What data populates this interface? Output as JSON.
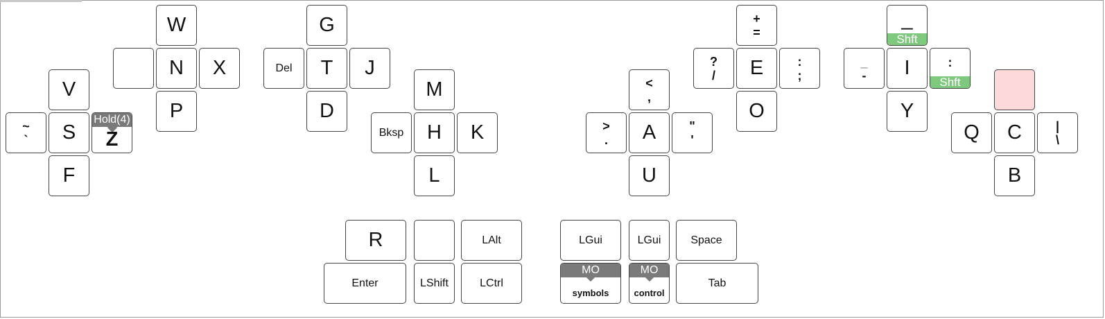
{
  "keys": {
    "w": "W",
    "n": "N",
    "x": "X",
    "p": "P",
    "blank_left": "",
    "v": "V",
    "s": "S",
    "f": "F",
    "tilde_top": "~",
    "tilde_bottom": "`",
    "z_hold": "Hold(4)",
    "z": "Z",
    "g": "G",
    "del": "Del",
    "t": "T",
    "j": "J",
    "d": "D",
    "m": "M",
    "bksp": "Bksp",
    "h": "H",
    "k": "K",
    "l": "L",
    "plus_top": "+",
    "plus_bottom": "=",
    "q_top": "?",
    "q_bottom": "/",
    "e": "E",
    "colon_top": ":",
    "colon_bottom": ";",
    "o": "O",
    "lt_top": "<",
    "lt_bottom": ",",
    "gt_top": ">",
    "gt_bottom": ".",
    "a": "A",
    "quote_top": "\"",
    "quote_bottom": "'",
    "u": "U",
    "under_top": "_",
    "under_shft": "Shft",
    "dash_top": "_",
    "dash_bottom": "-",
    "i": "I",
    "colon2_top": ":",
    "colon2_shft": "Shft",
    "y": "Y",
    "pink": "",
    "qq": "Q",
    "c": "C",
    "pipe_top": "|",
    "pipe_bottom": "\\",
    "b": "B"
  },
  "thumbs": {
    "r": "R",
    "blank": "",
    "lalt": "LAlt",
    "enter": "Enter",
    "lshift": "LShift",
    "lctrl": "LCtrl",
    "lgui1": "LGui",
    "lgui2": "LGui",
    "space": "Space",
    "mo1_label": "MO",
    "mo1_layer": "symbols",
    "mo2_label": "MO",
    "mo2_layer": "control",
    "tab": "Tab"
  },
  "colors": {
    "shift_bar": "#7fc97f",
    "hold_bar": "#7a7a7a",
    "empty_highlight": "#fdd9d9"
  }
}
